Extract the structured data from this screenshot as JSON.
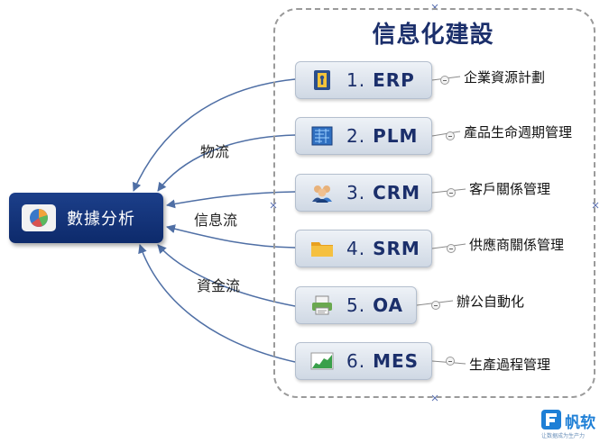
{
  "title": "信息化建設",
  "hub": {
    "label": "數據分析",
    "icon": "pie-chart-icon"
  },
  "flows": [
    "物流",
    "信息流",
    "資金流"
  ],
  "systems": [
    {
      "number": "1.",
      "name": "ERP",
      "description": "企業資源計劃",
      "icon": "notebook-icon"
    },
    {
      "number": "2.",
      "name": "PLM",
      "description": "產品生命週期管理",
      "icon": "blueprint-icon"
    },
    {
      "number": "3.",
      "name": "CRM",
      "description": "客戶關係管理",
      "icon": "people-icon"
    },
    {
      "number": "4.",
      "name": "SRM",
      "description": "供應商關係管理",
      "icon": "folder-icon"
    },
    {
      "number": "5.",
      "name": "OA",
      "description": "辦公自動化",
      "icon": "printer-icon"
    },
    {
      "number": "6.",
      "name": "MES",
      "description": "生產過程管理",
      "icon": "area-chart-icon"
    }
  ],
  "brand": {
    "name": "帆软",
    "slogan": "让数据成为生产力",
    "mark": "fanruan-logo-icon"
  },
  "colors": {
    "hub": "#0d2a6b",
    "title": "#1b2f6b",
    "arrow": "#4f6fa5",
    "frame": "#9a9a9a"
  }
}
